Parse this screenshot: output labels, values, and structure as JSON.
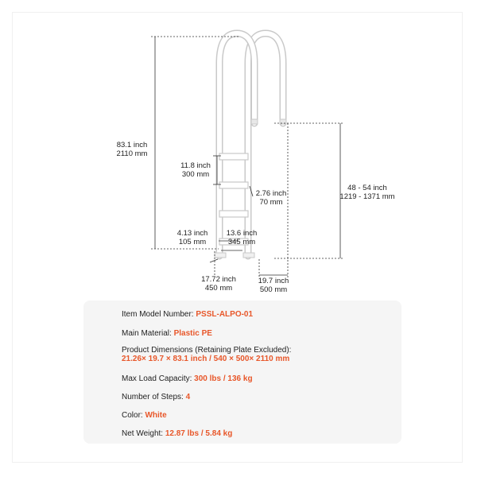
{
  "diagram": {
    "total_height": {
      "line1": "83.1 inch",
      "line2": "2110 mm"
    },
    "step_spacing": {
      "line1": "11.8 inch",
      "line2": "300 mm"
    },
    "step_depth": {
      "line1": "2.76 inch",
      "line2": "70 mm"
    },
    "adjustable_height": {
      "line1": "48 - 54 inch",
      "line2": "1219 - 1371 mm"
    },
    "foot_width": {
      "line1": "4.13 inch",
      "line2": "105 mm"
    },
    "inner_width": {
      "line1": "13.6 inch",
      "line2": "345 mm"
    },
    "base_depth": {
      "line1": "17.72 inch",
      "line2": "450 mm"
    },
    "base_width": {
      "line1": "19.7 inch",
      "line2": "500 mm"
    }
  },
  "specs": [
    {
      "label": "Item Model Number:",
      "value": "PSSL-ALPO-01"
    },
    {
      "label": "Main Material:",
      "value": "Plastic PE"
    },
    {
      "label": "Product Dimensions (Retaining Plate Excluded):",
      "value": "21.26× 19.7 × 83.1 inch / 540 × 500× 2110 mm"
    },
    {
      "label": "Max Load Capacity:",
      "value": "300 lbs / 136 kg"
    },
    {
      "label": "Number of Steps:",
      "value": "4"
    },
    {
      "label": "Color:",
      "value": "White"
    },
    {
      "label": "Net Weight:",
      "value": "12.87 lbs / 5.84 kg"
    }
  ],
  "colors": {
    "accent": "#e8572a",
    "panel": "#f5f5f5",
    "text": "#222222"
  }
}
